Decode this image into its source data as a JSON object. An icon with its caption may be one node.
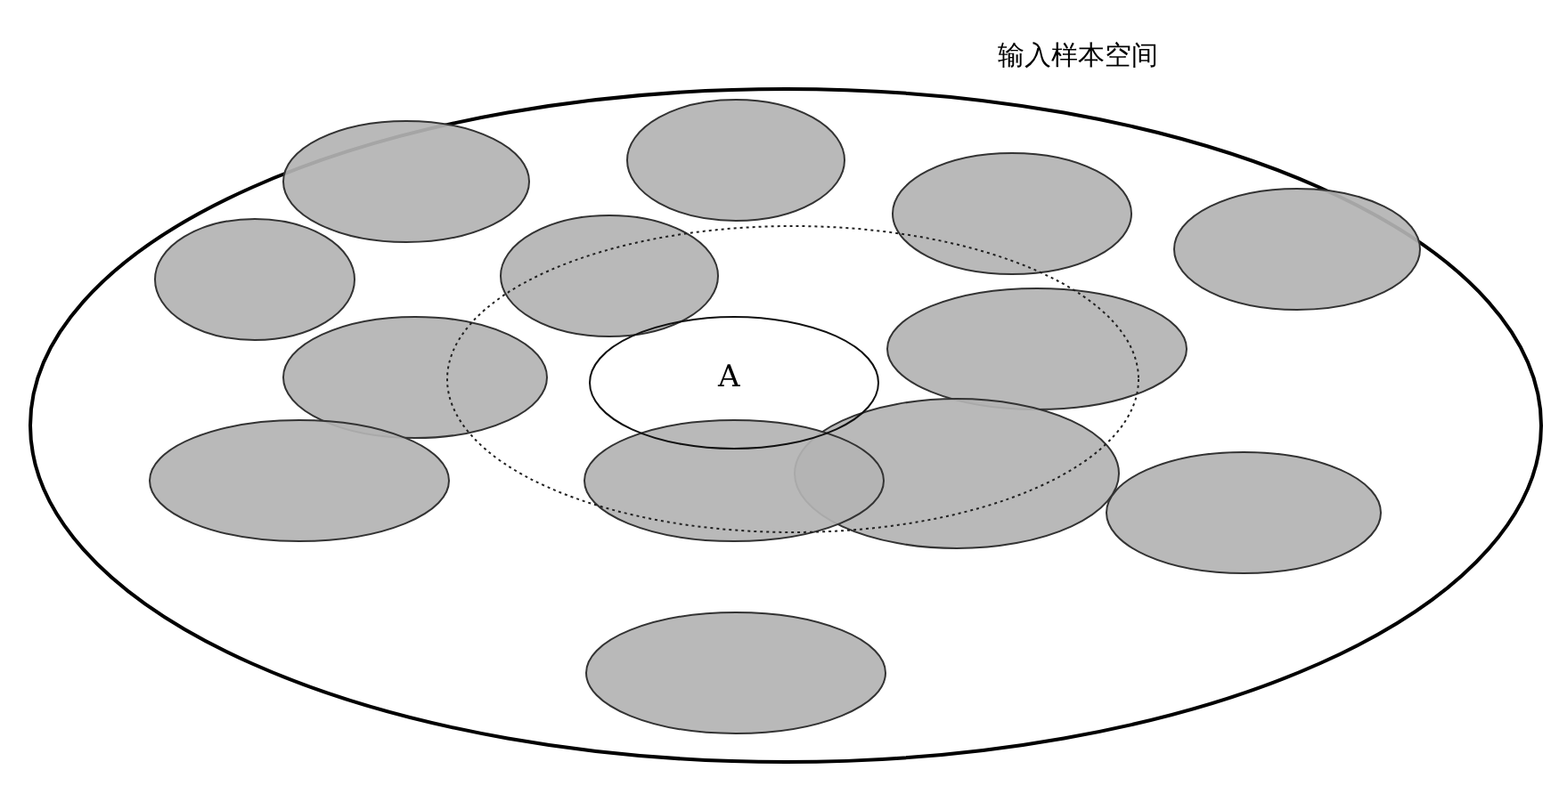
{
  "diagram": {
    "nodes": [
      {
        "text": [
          "输入样本空间"
        ]
      },
      {
        "text": [],
        "shape": "ellipse",
        "in": 0
      },
      {
        "text": [
          "A"
        ],
        "in": 1
      },
      {
        "text": [],
        "shape": "ellipse",
        "in": 0
      },
      {
        "text": [],
        "shape": "ellipse",
        "in": 0
      },
      {
        "text": [],
        "shape": "ellipse",
        "in": 0
      },
      {
        "text": [],
        "shape": "ellipse",
        "in": 0
      },
      {
        "text": [],
        "shape": "ellipse",
        "in": 0
      },
      {
        "text": [],
        "shape": "ellipse",
        "in": 0
      },
      {
        "text": [],
        "shape": "ellipse",
        "in": 0
      },
      {
        "text": [],
        "shape": "ellipse",
        "in": 0
      },
      {
        "text": [],
        "shape": "ellipse",
        "in": 0
      },
      {
        "text": [],
        "shape": "ellipse",
        "in": 0
      },
      {
        "text": [],
        "shape": "ellipse",
        "in": 0
      },
      {
        "text": [],
        "shape": "ellipse",
        "in": 0
      },
      {
        "text": [],
        "shape": "ellipse",
        "in": 0
      }
    ]
  }
}
